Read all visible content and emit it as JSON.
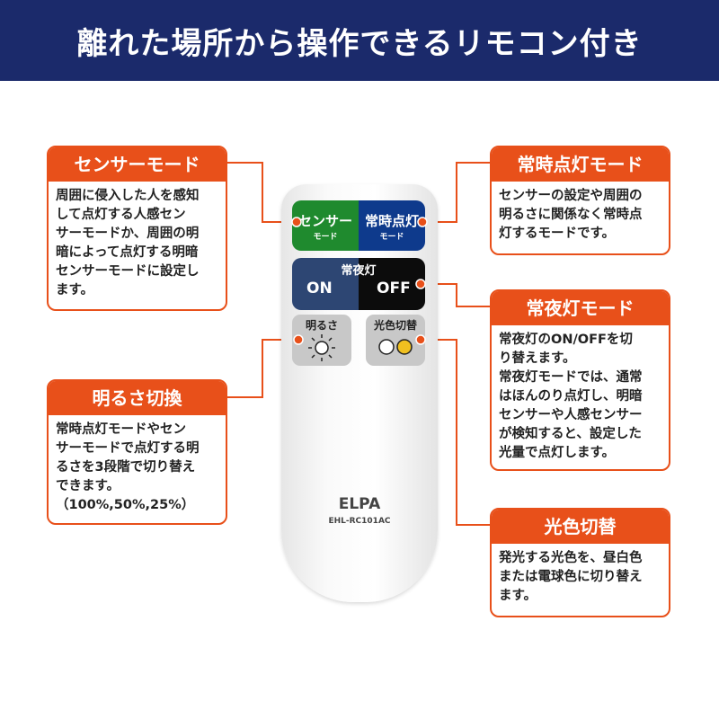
{
  "header": {
    "title": "離れた場所から操作できるリモコン付き"
  },
  "callouts": [
    {
      "title": "センサーモード",
      "body": "周囲に侵入した人を感知\nして点灯する人感セン\nサーモードか、周囲の明\n暗によって点灯する明暗\nセンサーモードに設定し\nます。"
    },
    {
      "title": "常時点灯モード",
      "body": "センサーの設定や周囲の\n明るさに関係なく常時点\n灯するモードです。"
    },
    {
      "title": "常夜灯モード",
      "body": "常夜灯のON/OFFを切\nり替えます。\n常夜灯モードでは、通常\nはほんのり点灯し、明暗\nセンサーや人感センサー\nが検知すると、設定した\n光量で点灯します。"
    },
    {
      "title": "明るさ切換",
      "body": "常時点灯モードやセン\nサーモードで点灯する明\nるさを3段階で切り替え\nできます。\n（100%,50%,25%）"
    },
    {
      "title": "光色切替",
      "body": "発光する光色を、昼白色\nまたは電球色に切り替え\nます。"
    }
  ],
  "remote": {
    "sensor": {
      "main": "センサー",
      "sub": "モード"
    },
    "always": {
      "main": "常時点灯",
      "sub": "モード"
    },
    "night": {
      "label": "常夜灯",
      "on": "ON",
      "off": "OFF"
    },
    "brightness": "明るさ",
    "color": "光色切替",
    "brand": "ELPA",
    "model": "EHL-RC101AC"
  },
  "colors": {
    "accent": "#e8501a",
    "header": "#1b2a6b"
  }
}
